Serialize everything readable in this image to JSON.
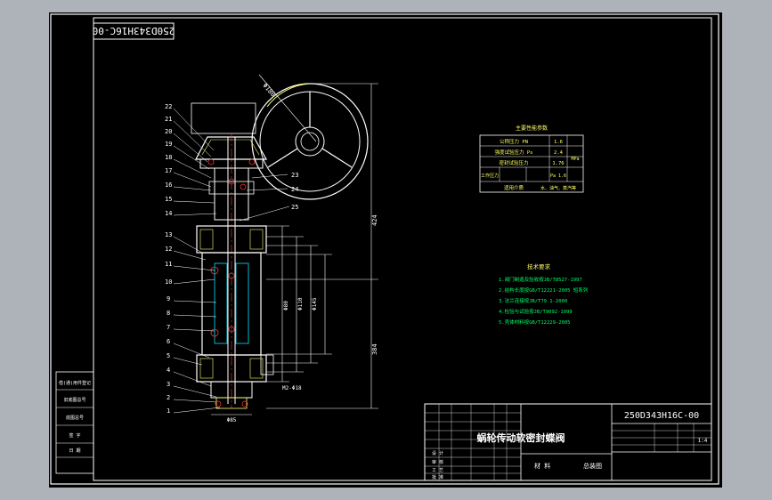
{
  "drawing_number": "250D343H16C-00",
  "title_block": {
    "drawing_name": "总装图",
    "material_label": "材 料",
    "scale": "1:4",
    "product_title": "蜗轮传动软密封蝶阀",
    "left_rows": [
      "设 计",
      "审 核",
      "工 艺",
      "批 准"
    ]
  },
  "technical_requirements": {
    "heading": "技术要求",
    "items": [
      "1.阀门制造及验收按JB/T8527-1997",
      "2.结构长度按GB/T12221-2005 短系列",
      "3.法兰连接按JB/T79.1-2000",
      "4.检验与试验按JB/T9092-1999",
      "5.壳体材料按GB/T12229-2005"
    ]
  },
  "performance_table": {
    "title": "主要性能参数",
    "rows": [
      [
        "公称压力 PN",
        "1.6"
      ],
      [
        "强度试验压力 Ps",
        "2.4"
      ],
      [
        "密封试验压力",
        "1.76"
      ],
      [
        "工作压力",
        "Pa 1.6"
      ],
      [
        "适用介质",
        "水、油气、蒸汽等"
      ]
    ],
    "unit": "MPa"
  },
  "left_strip": {
    "rows": [
      "借(通)用件登记",
      "旧底图总号",
      "底图总号",
      "签 字",
      "日 期"
    ]
  },
  "part_numbers": [
    "22",
    "21",
    "20",
    "19",
    "18",
    "17",
    "16",
    "15",
    "14",
    "13",
    "12",
    "11",
    "10",
    "9",
    "8",
    "7",
    "6",
    "5",
    "4",
    "3",
    "2",
    "1"
  ],
  "right_part_numbers": [
    "23",
    "24",
    "25"
  ],
  "dimensions": {
    "overall_height": "424",
    "lower_height": "384",
    "flange_1": "Φ80",
    "flange_2": "Φ110",
    "flange_3": "Φ145",
    "side_bolt": "M2-Φ18",
    "bottom_width": "Φ85",
    "handwheel": "Φ180"
  },
  "colors": {
    "background": "#000000",
    "frame": "#ffffff",
    "lines": "#ffffff",
    "yellow": "#ffff66",
    "green": "#00ff66",
    "cyan": "#00e5ff",
    "red": "#ff3333"
  }
}
